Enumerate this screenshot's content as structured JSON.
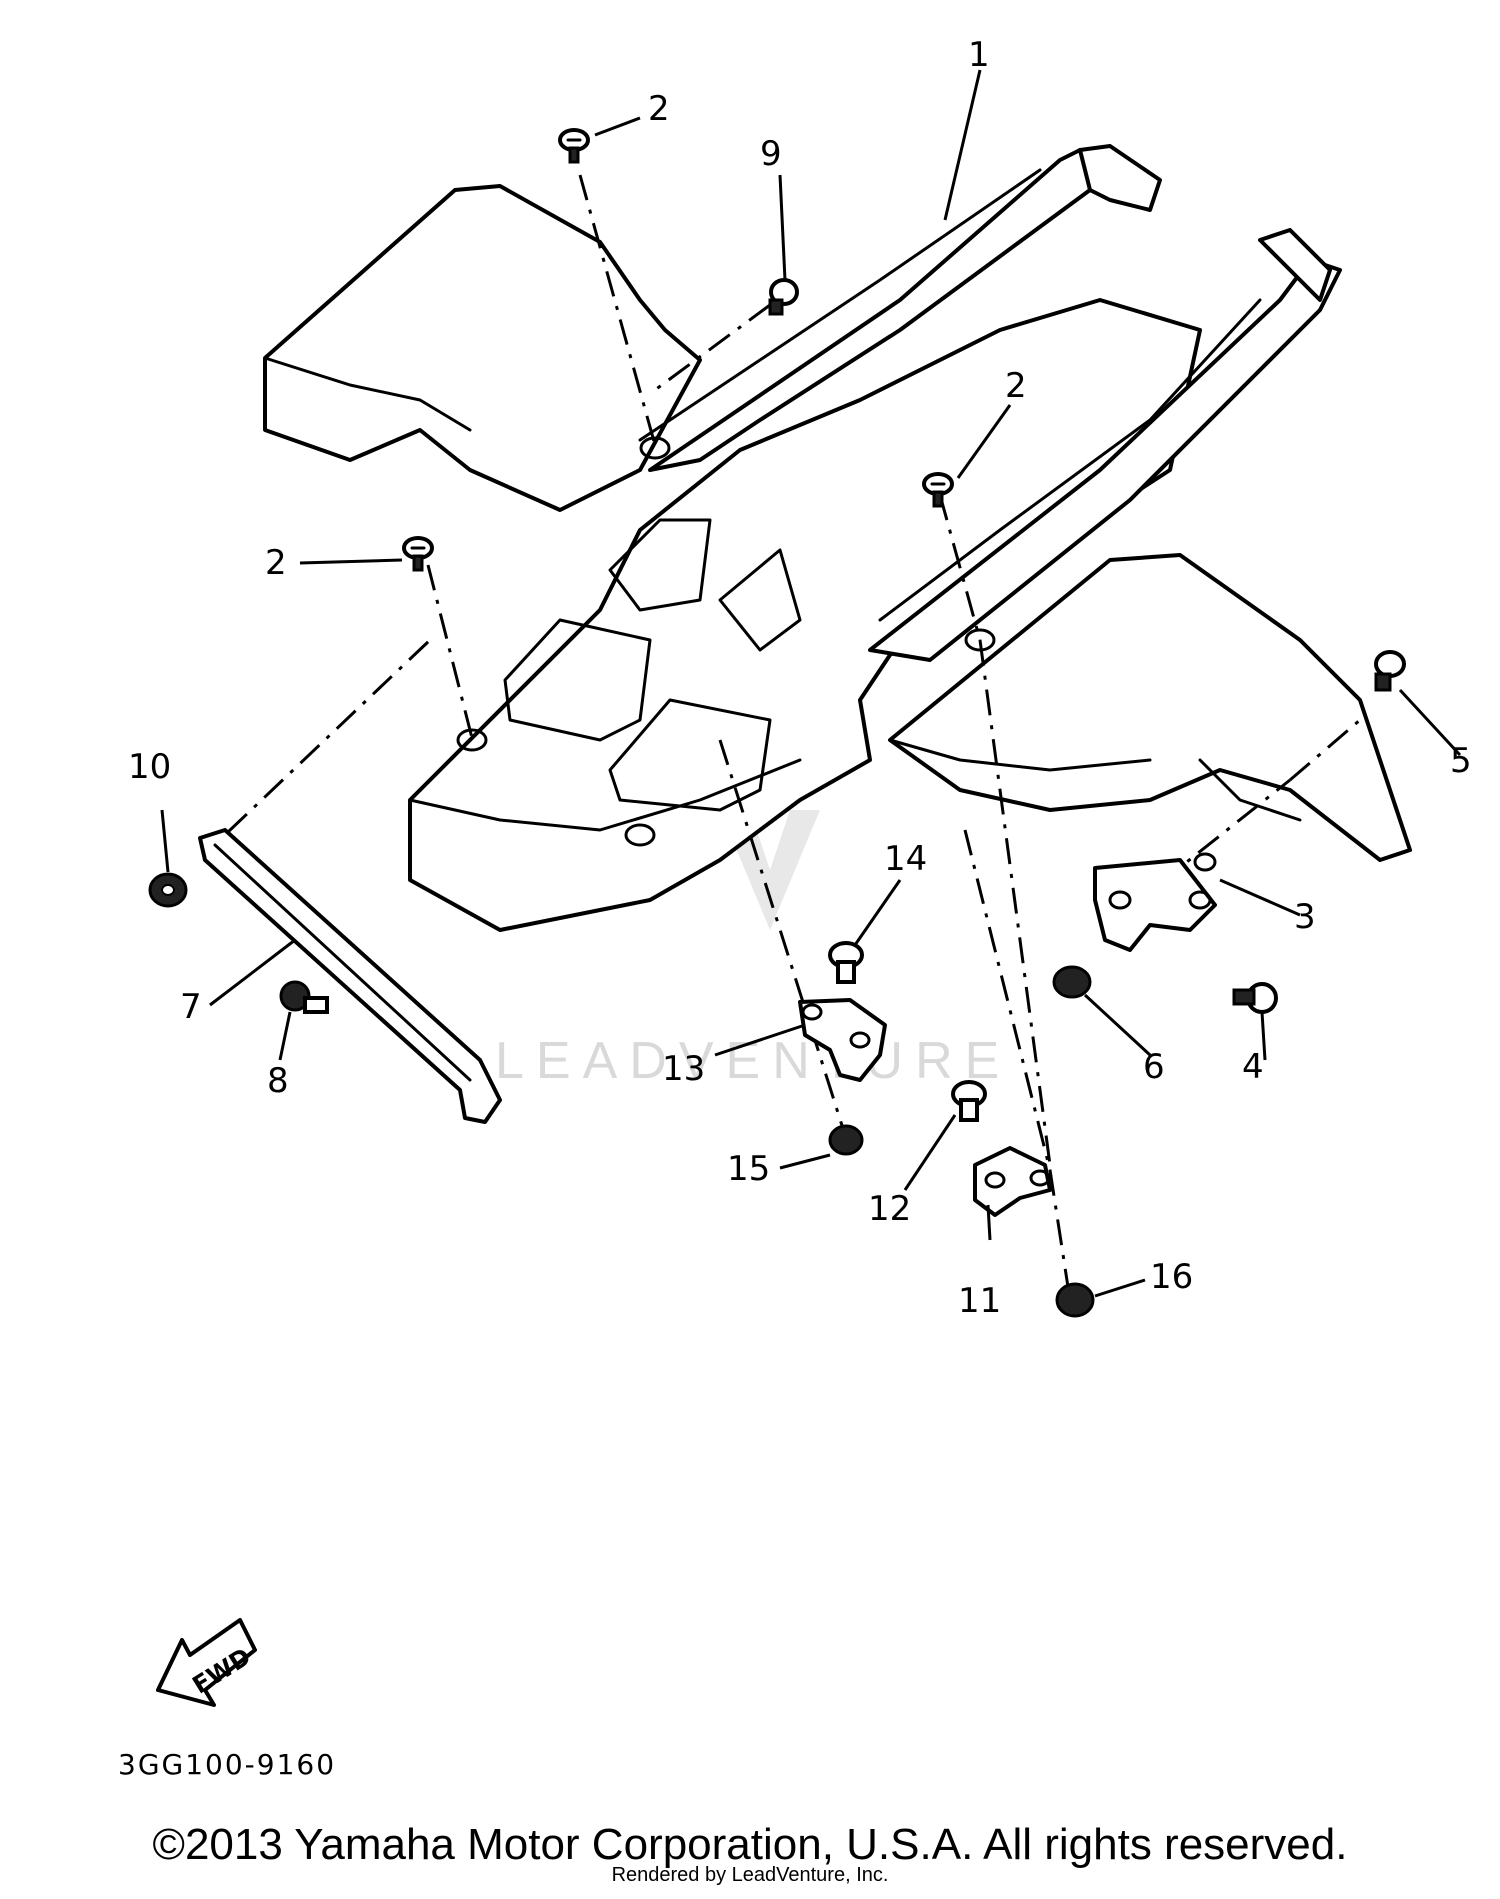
{
  "diagram": {
    "callouts": [
      "1",
      "2",
      "2",
      "2",
      "3",
      "4",
      "5",
      "6",
      "7",
      "8",
      "9",
      "10",
      "11",
      "12",
      "13",
      "14",
      "15",
      "16"
    ],
    "part_code": "3GG100-9160",
    "fwd_label": "FWD"
  },
  "watermark": {
    "text": "LEADVENTURE"
  },
  "footer": {
    "copyright": "©2013 Yamaha Motor Corporation, U.S.A. All rights reserved.",
    "rendered_by": "Rendered by LeadVenture, Inc."
  }
}
